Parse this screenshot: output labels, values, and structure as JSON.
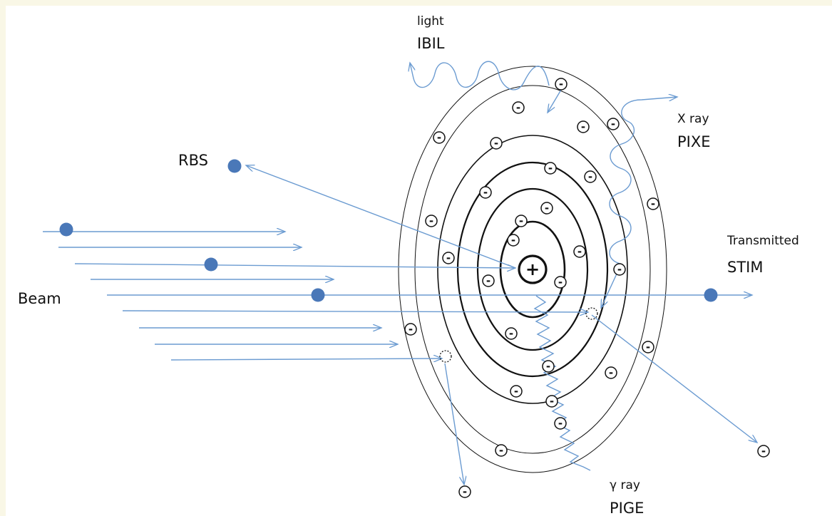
{
  "labels": {
    "ibil_top": "light",
    "ibil": "IBIL",
    "pixe_top": "X ray",
    "pixe": "PIXE",
    "rbs": "RBS",
    "stim_top": "Transmitted",
    "stim": "STIM",
    "beam": "Beam",
    "pige_top": "γ ray",
    "pige": "PIGE"
  },
  "symbols": {
    "nucleus": "+",
    "electron": "-"
  },
  "colors": {
    "background": "#f9f7e6",
    "panel": "#ffffff",
    "particle": "#4a78b8",
    "arrow": "#6b9bd1",
    "orbit": "#111111"
  }
}
